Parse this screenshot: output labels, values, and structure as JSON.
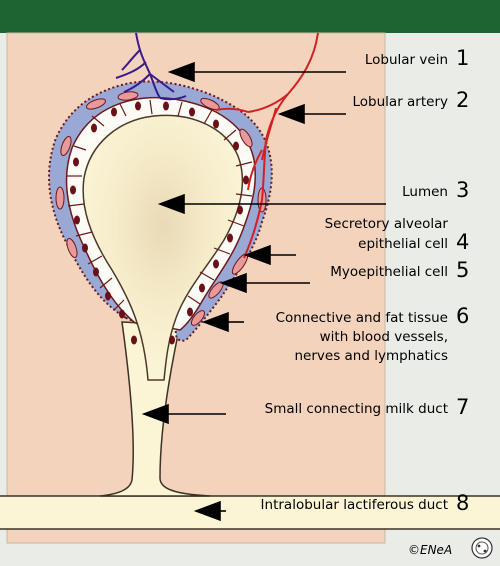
{
  "colors": {
    "header_green": "#1e6430",
    "tissue_background": "#f4d3bc",
    "side_panel": "#e9ece7",
    "lumen": "#f9f3d2",
    "myoepithelial_layer": "#9aa8d6",
    "epithelial_cell": "#fdfbf5",
    "nucleus": "#6b0f18",
    "vein": "#3a1a8c",
    "artery": "#d42020",
    "duct": "#fbf5d6"
  },
  "labels": [
    {
      "id": "1",
      "text": "Lobular vein",
      "number": "1"
    },
    {
      "id": "2",
      "text": "Lobular artery",
      "number": "2"
    },
    {
      "id": "3",
      "text": "Lumen",
      "number": "3"
    },
    {
      "id": "4",
      "text": "Secretory alveolar",
      "text2": "epithelial cell",
      "number": "4"
    },
    {
      "id": "5",
      "text": "Myoepithelial cell",
      "number": "5"
    },
    {
      "id": "6",
      "text": "Connective and fat tissue",
      "text2": "with blood vessels,",
      "text3": "nerves and lymphatics",
      "number": "6"
    },
    {
      "id": "7",
      "text": "Small connecting milk duct",
      "number": "7"
    },
    {
      "id": "8",
      "text": "Intralobular lactiferous duct",
      "number": "8"
    }
  ],
  "copyright": "©ENeA"
}
